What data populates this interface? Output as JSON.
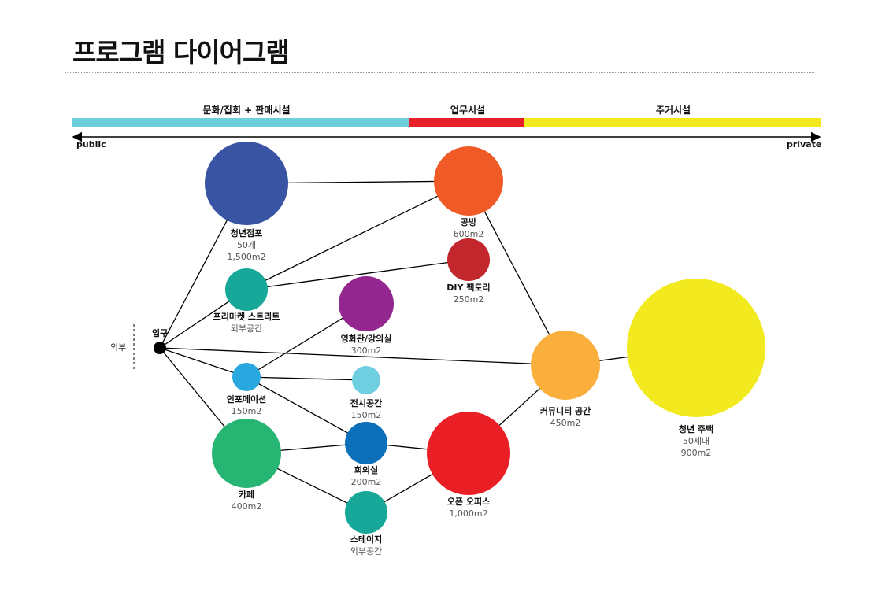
{
  "title": "프로그램 다이어그램",
  "zones": [
    {
      "label": "문화/집회 + 판매시설",
      "color": "#6ecfdc"
    },
    {
      "label": "업무시설",
      "color": "#e8202a"
    },
    {
      "label": "주거시설",
      "color": "#f2ea1f"
    }
  ],
  "axis": {
    "left": "public",
    "right": "private"
  },
  "outside_label": "외부",
  "entrance_label": "입구",
  "nodes": [
    {
      "id": "youth-store",
      "name": "청년점포",
      "sub": [
        "50개",
        "1,500m2"
      ],
      "color": "#3a54a4"
    },
    {
      "id": "workshop",
      "name": "공방",
      "sub": [
        "600m2"
      ],
      "color": "#f05a26"
    },
    {
      "id": "diy-factory",
      "name": "DIY 팩토리",
      "sub": [
        "250m2"
      ],
      "color": "#c1272d"
    },
    {
      "id": "flea-market",
      "name": "프리마켓 스트리트",
      "sub": [
        "외부공간"
      ],
      "color": "#17a89a"
    },
    {
      "id": "cinema",
      "name": "영화관/강의실",
      "sub": [
        "300m2"
      ],
      "color": "#93278f"
    },
    {
      "id": "information",
      "name": "인포메이션",
      "sub": [
        "150m2"
      ],
      "color": "#29a8e0"
    },
    {
      "id": "exhibition",
      "name": "전시공간",
      "sub": [
        "150m2"
      ],
      "color": "#6fcfe0"
    },
    {
      "id": "cafe",
      "name": "카페",
      "sub": [
        "400m2"
      ],
      "color": "#27b573"
    },
    {
      "id": "meeting",
      "name": "회의실",
      "sub": [
        "200m2"
      ],
      "color": "#0b6fba"
    },
    {
      "id": "stage",
      "name": "스테이지",
      "sub": [
        "외부공간"
      ],
      "color": "#17a89a"
    },
    {
      "id": "open-office",
      "name": "오픈 오피스",
      "sub": [
        "1,000m2"
      ],
      "color": "#ea1f25"
    },
    {
      "id": "community",
      "name": "커뮤니티 공간",
      "sub": [
        "450m2"
      ],
      "color": "#faae3c"
    },
    {
      "id": "youth-housing",
      "name": "청년 주택",
      "sub": [
        "50세대",
        "900m2"
      ],
      "color": "#f2ea1f"
    }
  ],
  "links": [
    [
      "entrance",
      "youth-store"
    ],
    [
      "entrance",
      "flea-market"
    ],
    [
      "entrance",
      "information"
    ],
    [
      "entrance",
      "cafe"
    ],
    [
      "entrance",
      "community"
    ],
    [
      "youth-store",
      "workshop"
    ],
    [
      "flea-market",
      "workshop"
    ],
    [
      "flea-market",
      "diy-factory"
    ],
    [
      "workshop",
      "community"
    ],
    [
      "information",
      "cinema"
    ],
    [
      "information",
      "exhibition"
    ],
    [
      "information",
      "meeting"
    ],
    [
      "cafe",
      "meeting"
    ],
    [
      "cafe",
      "stage"
    ],
    [
      "meeting",
      "open-office"
    ],
    [
      "stage",
      "open-office"
    ],
    [
      "open-office",
      "community"
    ],
    [
      "community",
      "youth-housing"
    ]
  ]
}
